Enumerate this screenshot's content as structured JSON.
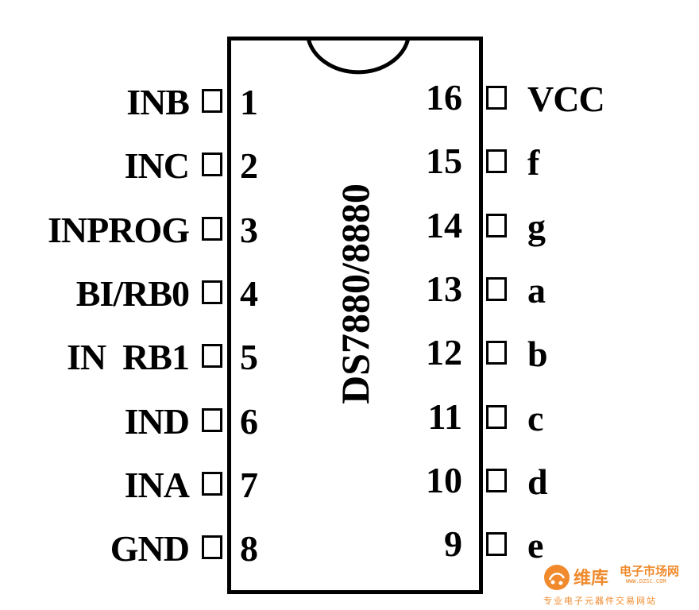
{
  "chip": {
    "part_number": "DS7880/8880"
  },
  "left_pins": [
    {
      "number": "1",
      "label": "INB"
    },
    {
      "number": "2",
      "label": "INC"
    },
    {
      "number": "3",
      "label": "INPROG"
    },
    {
      "number": "4",
      "label": "BI/RB0"
    },
    {
      "number": "5",
      "label": "IN  RB1"
    },
    {
      "number": "6",
      "label": "IND"
    },
    {
      "number": "7",
      "label": "INA"
    },
    {
      "number": "8",
      "label": "GND"
    }
  ],
  "right_pins": [
    {
      "number": "16",
      "label": "VCC"
    },
    {
      "number": "15",
      "label": "f"
    },
    {
      "number": "14",
      "label": "g"
    },
    {
      "number": "13",
      "label": "a"
    },
    {
      "number": "12",
      "label": "b"
    },
    {
      "number": "11",
      "label": "c"
    },
    {
      "number": "10",
      "label": "d"
    },
    {
      "number": "9",
      "label": "e"
    }
  ],
  "watermark": {
    "brand": "维库",
    "subtitle": "电子市场网",
    "url": "WWW.DZSC.COM",
    "tagline": "专业电子元器件交易网站",
    "color": "#f08a2c"
  }
}
